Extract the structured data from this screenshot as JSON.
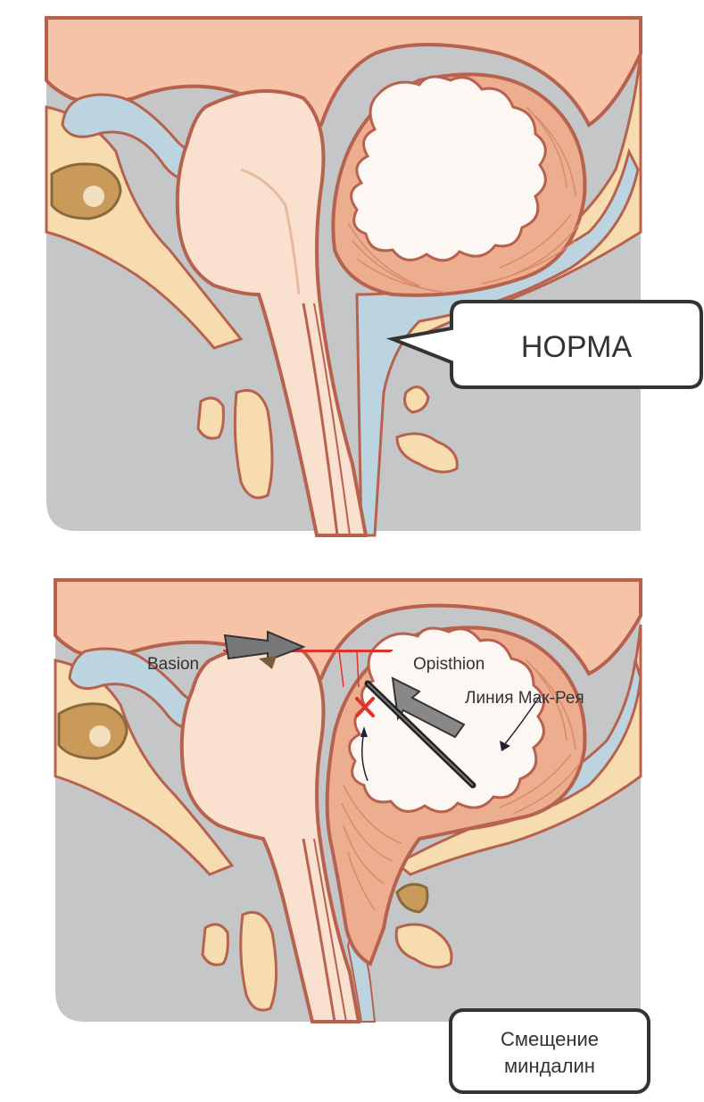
{
  "panels": {
    "normal": {
      "callout": "НОРМА"
    },
    "chiari": {
      "basion": "Basion",
      "opisthion": "Opisthion",
      "mcrae_line": "Линия Мак-Рея",
      "callout_line1": "Смещение",
      "callout_line2": "миндалин"
    }
  },
  "colors": {
    "background": "#ffffff",
    "panel_gray": "#c4c6c8",
    "brain_tissue": "#f6c3a6",
    "brainstem_light": "#fae0cf",
    "outline": "#b7624e",
    "csf_blue": "#bcd4df",
    "bone_beige": "#f7dcb0",
    "cerebellum_white": "#fdf7f3",
    "cerebellum_folia": "#ecae8f",
    "marker_red": "#e0322b",
    "arrow_dark": "#555555"
  }
}
